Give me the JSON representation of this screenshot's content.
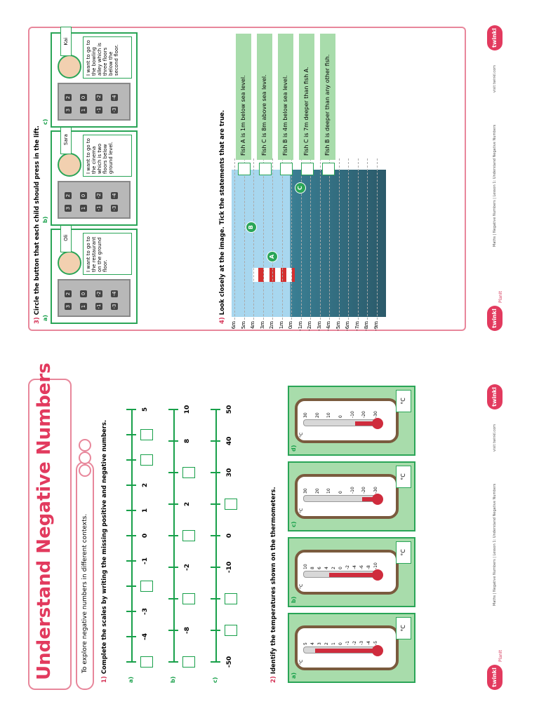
{
  "left": {
    "title": "Understand Negative Numbers",
    "objective": "To explore negative numbers in different contexts.",
    "q1": {
      "num": "1)",
      "text": "Complete the scales by writing the missing positive and negative numbers.",
      "subs": [
        "a)",
        "b)",
        "c)"
      ],
      "scales": [
        {
          "labels": [
            "",
            "-4",
            "-3",
            "",
            "-1",
            "0",
            "1",
            "2",
            "",
            "",
            "5"
          ]
        },
        {
          "labels": [
            "",
            "-8",
            "",
            "-2",
            "",
            "2",
            "",
            "8",
            "10"
          ]
        },
        {
          "labels": [
            "-50",
            "",
            "",
            "-10",
            "0",
            "",
            "30",
            "40",
            "50"
          ]
        }
      ]
    },
    "q2": {
      "num": "2)",
      "text": "Identify the temperatures shown on the thermometers.",
      "subs": [
        "a)",
        "b)",
        "c)",
        "d)"
      ],
      "unit": "°C",
      "thermometers": [
        {
          "ticks": [
            "5",
            "4",
            "3",
            "2",
            "1",
            "0",
            "-1",
            "-2",
            "-3",
            "-4",
            "-5"
          ],
          "level": 0.85
        },
        {
          "ticks": [
            "10",
            "8",
            "6",
            "4",
            "2",
            "0",
            "-2",
            "-4",
            "-6",
            "-8",
            "-10"
          ],
          "level": 0.65
        },
        {
          "ticks": [
            "30",
            "20",
            "10",
            "0",
            "-10",
            "-20",
            "-30"
          ],
          "level": 0.2
        },
        {
          "ticks": [
            "30",
            "20",
            "10",
            "0",
            "-10",
            "-20",
            "-30"
          ],
          "level": 0.3
        }
      ]
    },
    "footer": {
      "logo": "twinkl",
      "tagline": "PlanIt",
      "series": "Maths | Negative Numbers | Lesson 1: Understand Negative Numbers",
      "site": "visit twinkl.com"
    }
  },
  "right": {
    "q3": {
      "num": "3)",
      "text": "Circle the button that each child should press in the lift.",
      "children": [
        {
          "sub": "a)",
          "name": "Oli",
          "speech": "I want to go to the restaurant on the ground floor."
        },
        {
          "sub": "b)",
          "name": "Sara",
          "speech": "I want to go to the cinema which is two floors below ground level."
        },
        {
          "sub": "c)",
          "name": "Kai",
          "speech": "I want to go to the bowling alley which is three floors below the second floor."
        }
      ],
      "keys": [
        "3",
        "2",
        "1",
        "0",
        "-1",
        "-2",
        "-3",
        "-4"
      ]
    },
    "q4": {
      "num": "4)",
      "text": "Look closely at the image. Tick the statements that are true.",
      "scale": [
        "6m",
        "5m",
        "4m",
        "3m",
        "2m",
        "1m",
        "0m",
        "-1m",
        "-2m",
        "-3m",
        "-4m",
        "-5m",
        "-6m",
        "-7m",
        "-8m",
        "-9m"
      ],
      "fish": [
        "A",
        "B",
        "C"
      ],
      "statements": [
        "Fish A is 1m below sea level.",
        "Fish C is 8m above sea level.",
        "Fish B is 4m below sea level.",
        "Fish C is 7m deeper than fish A.",
        "Fish B is deeper than any other fish."
      ]
    },
    "footer": {
      "logo": "twinkl",
      "tagline": "PlanIt",
      "series": "Maths | Negative Numbers | Lesson 1: Understand Negative Numbers",
      "site": "visit twinkl.com"
    }
  }
}
